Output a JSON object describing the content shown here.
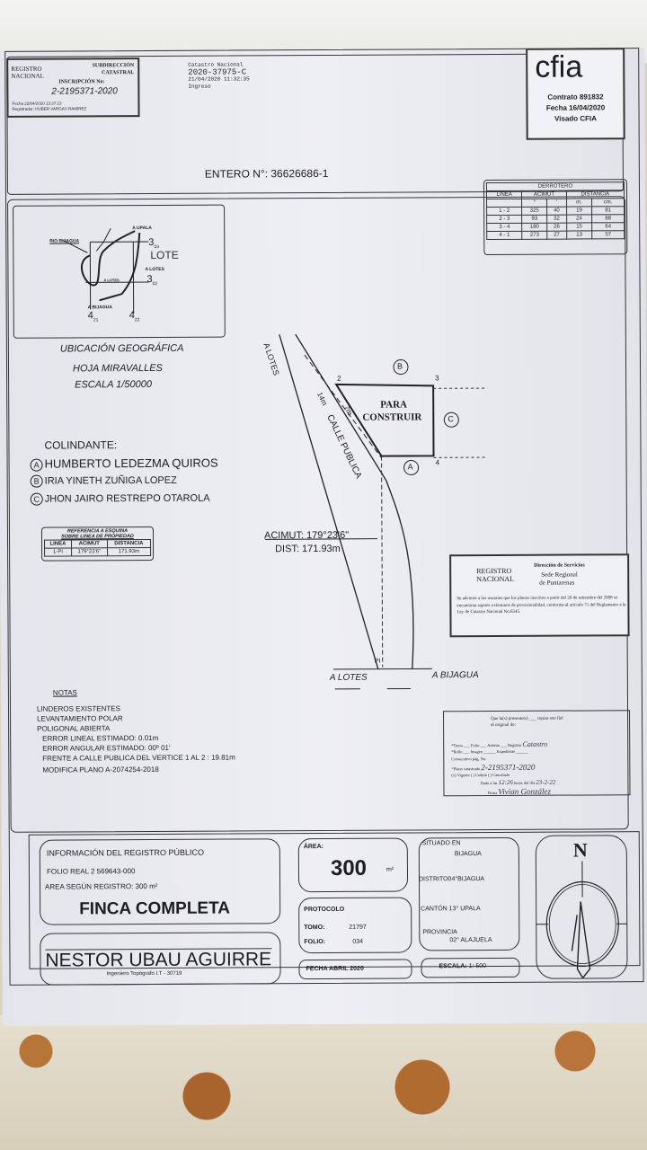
{
  "registro": {
    "logo": "REGISTRO NACIONAL",
    "sub1": "SUBDIRECCIÓN",
    "sub2": "CATASTRAL",
    "insc_label": "INSCRIPCIÓN No:",
    "insc": "2-2195371-2020",
    "fecha": "Fecha    22/04/2020 13:37:13",
    "registrador": "Registrador: HUBER VARGAS RAMIREZ"
  },
  "catastro": {
    "title": "Catastro Nacional",
    "number": "2020-37975-C",
    "datetime": "21/04/2020 11:32:35",
    "status": "Ingreso"
  },
  "cfia": {
    "logo": "cfia",
    "contrato": "Contrato 891832",
    "fecha": "Fecha 16/04/2020",
    "visado": "Visado CFIA"
  },
  "entero": {
    "label": "ENTERO N°:",
    "value": "36626686-1"
  },
  "derrotero": {
    "title": "DERROTERO",
    "headers": [
      "LINEA",
      "ACIMUT",
      "DISTANCIA"
    ],
    "sub": [
      "°",
      "'",
      "m.",
      "cm."
    ],
    "rows": [
      [
        "1 - 2",
        "325",
        "40",
        "19",
        "81"
      ],
      [
        "2 - 3",
        "93",
        "32",
        "24",
        "88"
      ],
      [
        "3 - 4",
        "180",
        "26",
        "15",
        "64"
      ],
      [
        "4 - 1",
        "273",
        "27",
        "13",
        "57"
      ]
    ]
  },
  "location": {
    "rio": "RIO BIJAGUA",
    "upala": "A UPALA",
    "lote": "LOTE",
    "lotes1": "A LOTES",
    "lotes2": "A LOTES",
    "bijagua": "A BIJAGUA",
    "g1": "3",
    "g1s": "03",
    "g2": "3",
    "g2s": "02",
    "g3": "4",
    "g3s": "21",
    "g4": "4",
    "g4s": "22",
    "caption1": "UBICACIÓN GEOGRÁFICA",
    "caption2": "HOJA MIRAVALLES",
    "caption3": "ESCALA 1/50000"
  },
  "plan": {
    "a_lotes_top": "A LOTES",
    "calle": "CALLE PUBLICA",
    "width14": "14m",
    "width7": "7m",
    "para": "PARA",
    "construir": "CONSTRUIR",
    "b": "B",
    "c": "C",
    "a": "A",
    "v2": "2",
    "v3": "3",
    "v4": "4",
    "acimut": "ACIMUT: 179°23'6\"",
    "dist": "DIST: 171.93m",
    "pi": "PI",
    "a_lotes_bot": "A LOTES",
    "a_bijagua": "A BIJAGUA"
  },
  "colindante": {
    "title": "COLINDANTE:",
    "items": [
      {
        "letter": "A",
        "name": "HUMBERTO LEDEZMA QUIROS"
      },
      {
        "letter": "B",
        "name": "IRIA YINETH ZUÑIGA LOPEZ"
      },
      {
        "letter": "C",
        "name": "JHON JAIRO RESTREPO OTAROLA"
      }
    ]
  },
  "referencia": {
    "title1": "REFERENCIA A ESQUINA",
    "title2": "SOBRE LINEA DE PROPIEDAD",
    "headers": [
      "LINEA",
      "ACIMUT",
      "DISTANCIA"
    ],
    "row": [
      "1-PI",
      "179°23'6\"",
      "171.93m"
    ]
  },
  "stamp_puntarenas": {
    "logo": "REGISTRO NACIONAL",
    "dir": "Dirección de Servicios",
    "sede": "Sede Regional",
    "place": "de Puntarenas",
    "text": "Se advierte a los usuarios que los planos inscritos a partir del 29 de setiembre del 2008 se encuentran sujetos a términos de provisionalidad, conforme al artículo 71 del Reglamento a la Ley de Catastro Nacional No.6545."
  },
  "notas": {
    "title": "NOTAS",
    "lines": [
      "LINDEROS EXISTENTES",
      "LEVANTAMIENTO POLAR",
      "POLIGONAL ABIERTA",
      "ERROR LINEAL ESTIMADO: 0.01m",
      "ERROR ANGULAR ESTIMADO: 00º 01'",
      "FRENTE A CALLE PUBLICA DEL VERTICE 1 AL 2 : 19.81m"
    ],
    "modifica": "MODIFICA PLANO A-2074254-2018"
  },
  "stamp_copy": {
    "line1": "Que la(s) presente(s) ___ copias son fiel",
    "line2": "al original de:",
    "tomo": "*Tomo ___ Folio ___ Asiento ___ Registro",
    "registro_hw": "Catastro",
    "rollo": "*Rollo ___ Imagen ______ Expediente ______",
    "consec": "Consecutivo pág. No.",
    "plano": "*Plano catastrado",
    "plano_hw": "2-2195371-2020",
    "vigente": "(x) Vigente ( ) Cedula ( ) Cancelado",
    "dado": "Dado a las",
    "hora_hw": "12:26",
    "del_dia": "horas del día",
    "dia_hw": "23-2-22",
    "firma": "Firma",
    "firma_hw": "Vivian González"
  },
  "titleblock": {
    "info": "INFORMACIÓN DEL REGISTRO PÚBLICO",
    "folio_real": "FOLIO REAL 2 569643-000",
    "area_reg": "AREA SEGÚN REGISTRO: 300 m²",
    "finca": "FINCA COMPLETA",
    "area_label": "ÁREA:",
    "area": "300",
    "area_unit": "m²",
    "protocolo": "PROTOCOLO",
    "tomo_label": "TOMO:",
    "tomo": "21797",
    "folio_label": "FOLIO:",
    "folio": "034",
    "situado": "SITUADO EN",
    "situado_val": "BIJAGUA",
    "distrito": "DISTRITO04°BIJAGUA",
    "canton": "CANTÓN    13° UPALA",
    "provincia": "PROVINCIA",
    "provincia_val": "02° ALAJUELA",
    "engineer": "NESTOR UBAU AGUIRRE",
    "engineer_title": "Ingeniero Topógrafo I.T - 30719",
    "fecha": "FECHA  ABRIL  2020",
    "escala_label": "ESCALA:",
    "escala": "1: 500",
    "north": "N"
  }
}
